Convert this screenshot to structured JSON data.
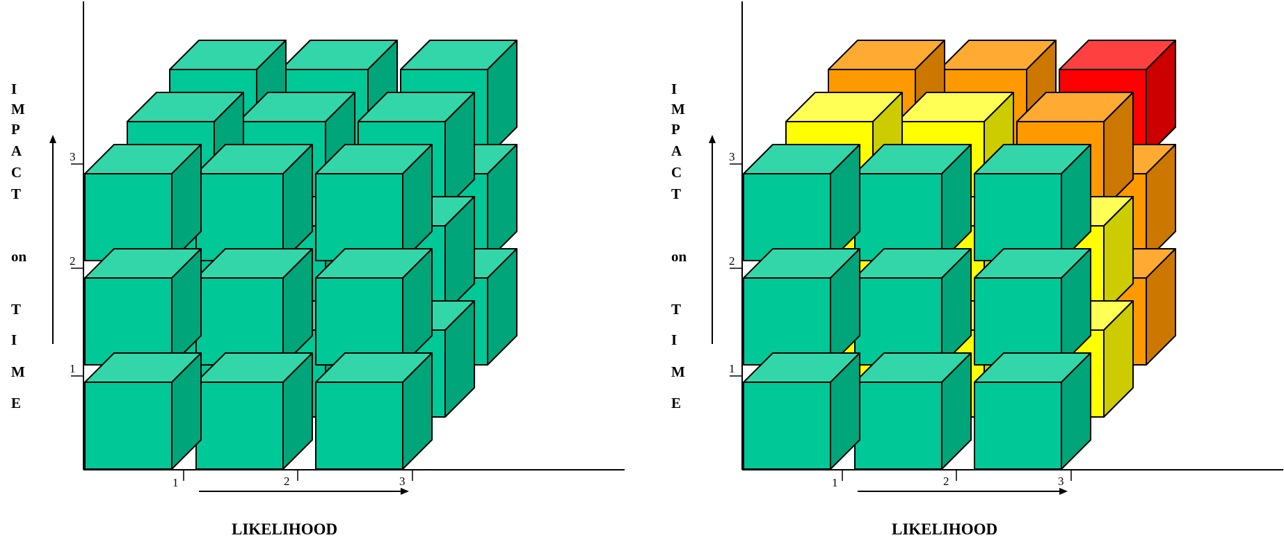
{
  "colors": {
    "green_front": "#00C896",
    "green_top": "#33D6A8",
    "green_side": "#00A57A",
    "yellow_front": "#FFFF00",
    "yellow_top": "#FFFF55",
    "yellow_side": "#CCCC00",
    "orange_front": "#FF9900",
    "orange_top": "#FFAA33",
    "orange_side": "#CC7700",
    "red_front": "#FF0000",
    "red_top": "#FF4040",
    "red_side": "#CC0000",
    "outline": "#000000"
  },
  "y_axis_title_letters": [
    "I",
    "M",
    "P",
    "A",
    "C",
    "T",
    "on",
    "T",
    "I",
    "M",
    "E"
  ],
  "x_axis_title": "LIKELIHOOD",
  "tick_labels": [
    "1",
    "2",
    "3"
  ],
  "diagrams": [
    {
      "name": "uniform-cube",
      "note_levels_back_to_front": [
        [
          [
            "green",
            "green",
            "green"
          ],
          [
            "green",
            "green",
            "green"
          ],
          [
            "green",
            "green",
            "green"
          ]
        ],
        [
          [
            "green",
            "green",
            "green"
          ],
          [
            "green",
            "green",
            "green"
          ],
          [
            "green",
            "green",
            "green"
          ]
        ],
        [
          [
            "green",
            "green",
            "green"
          ],
          [
            "green",
            "green",
            "green"
          ],
          [
            "green",
            "green",
            "green"
          ]
        ]
      ]
    },
    {
      "name": "risk-cube",
      "note_levels_back_to_front": [
        [
          [
            "orange",
            "orange",
            "red"
          ],
          [
            "orange",
            "orange",
            "orange"
          ],
          [
            "orange",
            "orange",
            "orange"
          ]
        ],
        [
          [
            "yellow",
            "yellow",
            "orange"
          ],
          [
            "yellow",
            "yellow",
            "yellow"
          ],
          [
            "yellow",
            "yellow",
            "yellow"
          ]
        ],
        [
          [
            "green",
            "green",
            "green"
          ],
          [
            "green",
            "green",
            "green"
          ],
          [
            "green",
            "green",
            "green"
          ]
        ]
      ]
    }
  ]
}
